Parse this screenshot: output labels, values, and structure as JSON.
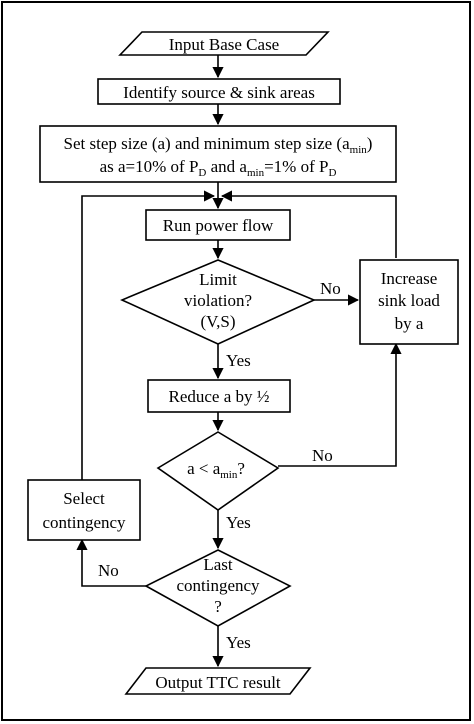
{
  "flowchart": {
    "nodes": {
      "input_base_case": "Input Base Case",
      "identify_areas": "Identify source & sink areas",
      "set_step": {
        "line1_a": "Set step size (a) and minimum step size (a",
        "line1_sub": "min",
        "line1_b": ")",
        "line2_a": "as a=10% of P",
        "line2_sub1": "D",
        "line2_b": " and a",
        "line2_sub2": "min",
        "line2_c": "=1% of P",
        "line2_sub3": "D"
      },
      "run_power_flow": "Run power flow",
      "limit_violation": [
        "Limit",
        "violation?",
        "(V,S)"
      ],
      "increase_sink_load": [
        "Increase",
        "sink load",
        "by a"
      ],
      "reduce_a": "Reduce a by ½",
      "a_less_amin": {
        "a": "a < a",
        "sub": "min",
        "b": "?"
      },
      "select_contingency": [
        "Select",
        "contingency"
      ],
      "last_contingency": [
        "Last",
        "contingency",
        "?"
      ],
      "output_ttc": "Output TTC result"
    },
    "edge_labels": {
      "limit_no": "No",
      "limit_yes": "Yes",
      "amin_no": "No",
      "amin_yes": "Yes",
      "last_no": "No",
      "last_yes": "Yes"
    }
  }
}
